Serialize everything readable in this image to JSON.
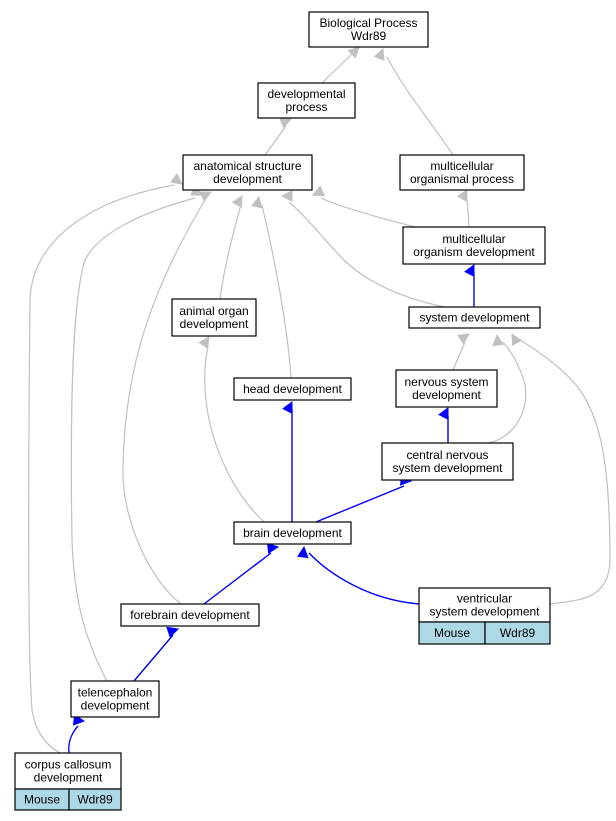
{
  "colors": {
    "is_a_edge": "#c0c0c0",
    "part_of_edge": "#0000ff",
    "annotation_tag": "#add8e6"
  },
  "nodes": {
    "root": [
      "Biological Process",
      "Wdr89"
    ],
    "developmental_process": [
      "developmental",
      "process"
    ],
    "anatomical_structure_development": [
      "anatomical structure",
      "development"
    ],
    "multicellular_organismal_process": [
      "multicellular",
      "organismal process"
    ],
    "multicellular_organism_development": [
      "multicellular",
      "organism development"
    ],
    "animal_organ_development": [
      "animal organ",
      "development"
    ],
    "system_development": [
      "system development"
    ],
    "head_development": [
      "head development"
    ],
    "nervous_system_development": [
      "nervous system",
      "development"
    ],
    "central_nervous_system_development": [
      "central nervous",
      "system development"
    ],
    "brain_development": [
      "brain development"
    ],
    "forebrain_development": [
      "forebrain development"
    ],
    "ventricular_system_development": [
      "ventricular",
      "system development"
    ],
    "telencephalon_development": [
      "telencephalon",
      "development"
    ],
    "corpus_callosum_development": [
      "corpus callosum",
      "development"
    ]
  },
  "annotations": {
    "ventricular_system_development": {
      "species": "Mouse",
      "gene": "Wdr89"
    },
    "corpus_callosum_development": {
      "species": "Mouse",
      "gene": "Wdr89"
    }
  }
}
